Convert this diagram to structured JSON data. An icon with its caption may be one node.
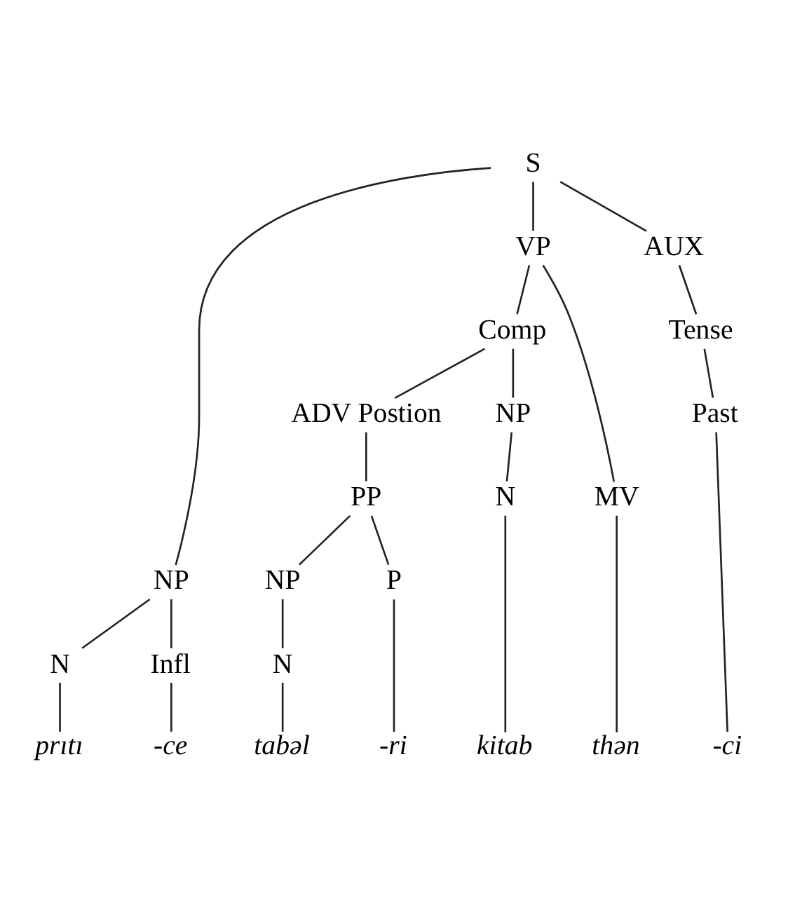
{
  "diagram": {
    "nodes": [
      {
        "text": [
          "S"
        ]
      },
      {
        "text": [
          "NP"
        ]
      },
      {
        "text": [
          "VP"
        ]
      },
      {
        "text": [
          "AUX"
        ]
      },
      {
        "text": [
          "N"
        ]
      },
      {
        "text": [
          "Infl"
        ]
      },
      {
        "text": [
          "Comp"
        ]
      },
      {
        "text": [
          "MV"
        ]
      },
      {
        "text": [
          "Tense"
        ]
      },
      {
        "text": [
          "ADV Postion"
        ]
      },
      {
        "text": [
          "NP"
        ]
      },
      {
        "text": [
          "Past"
        ]
      },
      {
        "text": [
          "PP"
        ]
      },
      {
        "text": [
          "NP"
        ]
      },
      {
        "text": [
          "P"
        ]
      },
      {
        "text": [
          "N"
        ]
      },
      {
        "text": [
          "N"
        ]
      },
      {
        "text": [
          "prıtı"
        ]
      },
      {
        "text": [
          "-ce"
        ]
      },
      {
        "text": [
          "tabəl"
        ]
      },
      {
        "text": [
          "-ri"
        ]
      },
      {
        "text": [
          "kitab"
        ]
      },
      {
        "text": [
          "thən"
        ]
      },
      {
        "text": [
          "-ci"
        ]
      }
    ],
    "edges": [
      {
        "from": 0,
        "to": 1,
        "arrow": "none"
      },
      {
        "from": 0,
        "to": 2,
        "arrow": "none"
      },
      {
        "from": 0,
        "to": 3,
        "arrow": "none"
      },
      {
        "from": 1,
        "to": 4,
        "arrow": "none"
      },
      {
        "from": 1,
        "to": 5,
        "arrow": "none"
      },
      {
        "from": 2,
        "to": 6,
        "arrow": "none"
      },
      {
        "from": 2,
        "to": 7,
        "arrow": "none"
      },
      {
        "from": 3,
        "to": 8,
        "arrow": "none"
      },
      {
        "from": 6,
        "to": 9,
        "arrow": "none"
      },
      {
        "from": 6,
        "to": 10,
        "arrow": "none"
      },
      {
        "from": 8,
        "to": 11,
        "arrow": "none"
      },
      {
        "from": 9,
        "to": 12,
        "arrow": "none"
      },
      {
        "from": 12,
        "to": 13,
        "arrow": "none"
      },
      {
        "from": 12,
        "to": 14,
        "arrow": "none"
      },
      {
        "from": 10,
        "to": 15,
        "arrow": "none"
      },
      {
        "from": 13,
        "to": 16,
        "arrow": "none"
      },
      {
        "from": 4,
        "to": 17,
        "arrow": "none"
      },
      {
        "from": 5,
        "to": 18,
        "arrow": "none"
      },
      {
        "from": 16,
        "to": 19,
        "arrow": "none"
      },
      {
        "from": 14,
        "to": 20,
        "arrow": "none"
      },
      {
        "from": 15,
        "to": 21,
        "arrow": "none"
      },
      {
        "from": 7,
        "to": 22,
        "arrow": "none"
      },
      {
        "from": 11,
        "to": 23,
        "arrow": "none"
      }
    ]
  }
}
